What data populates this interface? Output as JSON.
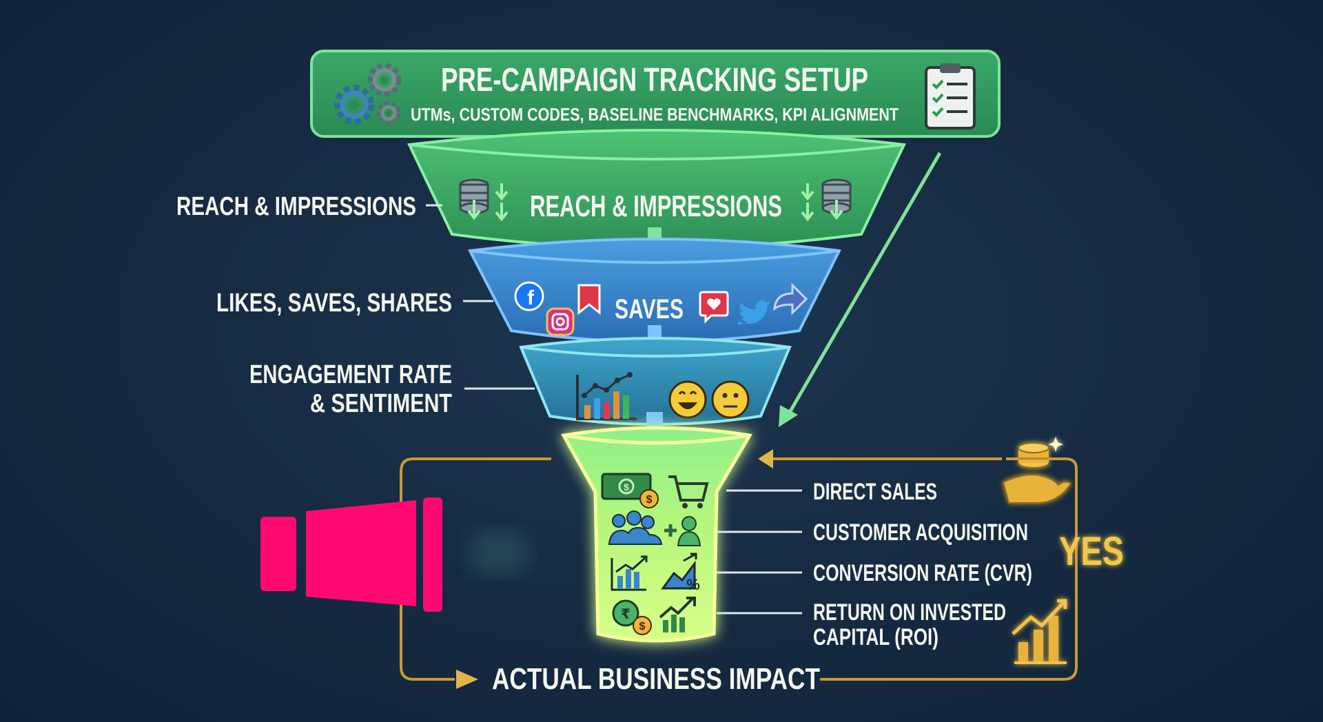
{
  "header": {
    "title": "PRE-CAMPAIGN TRACKING SETUP",
    "subtitle": "UTMs, CUSTOM CODES, BASELINE BENCHMARKS, KPI ALIGNMENT",
    "icons": [
      "gears-icon",
      "clipboard-checklist-icon"
    ]
  },
  "funnel": {
    "tier1": {
      "label": "REACH & IMPRESSIONS",
      "side_label": "REACH & IMPRESSIONS"
    },
    "tier2": {
      "label": "SAVES",
      "side_label": "LIKES, SAVES, SHARES"
    },
    "tier3": {
      "side_label_line1": "ENGAGEMENT RATE",
      "side_label_line2": "& SENTIMENT"
    }
  },
  "outcomes": {
    "items": [
      {
        "label": "DIRECT SALES",
        "icon": "cash-cart-icon"
      },
      {
        "label": "CUSTOMER ACQUISITION",
        "icon": "users-add-icon"
      },
      {
        "label": "CONVERSION RATE (CVR)",
        "icon": "chart-percent-icon"
      },
      {
        "label_line1": "RETURN ON INVESTED",
        "label_line2": "CAPITAL (ROI)",
        "icon": "coins-growth-icon"
      }
    ],
    "yes_label": "YES",
    "bottom_label": "ACTUAL BUSINESS IMPACT"
  },
  "colors": {
    "background": "#142a40",
    "green": "#3fbf63",
    "blue": "#3d8fd6",
    "teal": "#2f8fb8",
    "gold": "#d9a93a",
    "magenta": "#ff0a72",
    "glow": "#e8ff7a"
  }
}
